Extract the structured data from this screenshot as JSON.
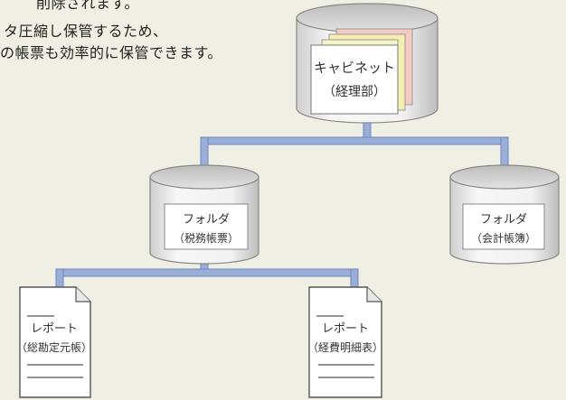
{
  "intro": {
    "lines": [
      "削除されます。",
      "タ圧縮し保管するため、",
      "の帳票も効率的に保管できます。"
    ]
  },
  "nodes": {
    "cabinet": {
      "label": "キャビネット",
      "sub": "（経理部）"
    },
    "folder_tax": {
      "label": "フォルダ",
      "sub": "（税務帳票）"
    },
    "folder_accounting": {
      "label": "フォルダ",
      "sub": "（会計帳簿）"
    },
    "report_ledger": {
      "label": "レポート",
      "sub": "（総勘定元帳）"
    },
    "report_expense": {
      "label": "レポート",
      "sub": "（経費明細表）"
    }
  },
  "colors": {
    "connector": "#9aaed8",
    "connector_edge": "#6e86bf",
    "drum_top": "#d7d7d7",
    "drum_body": "#f4f4f4",
    "paper_yellow": "#f4eeb0",
    "paper_pink": "#f3c9c1"
  }
}
